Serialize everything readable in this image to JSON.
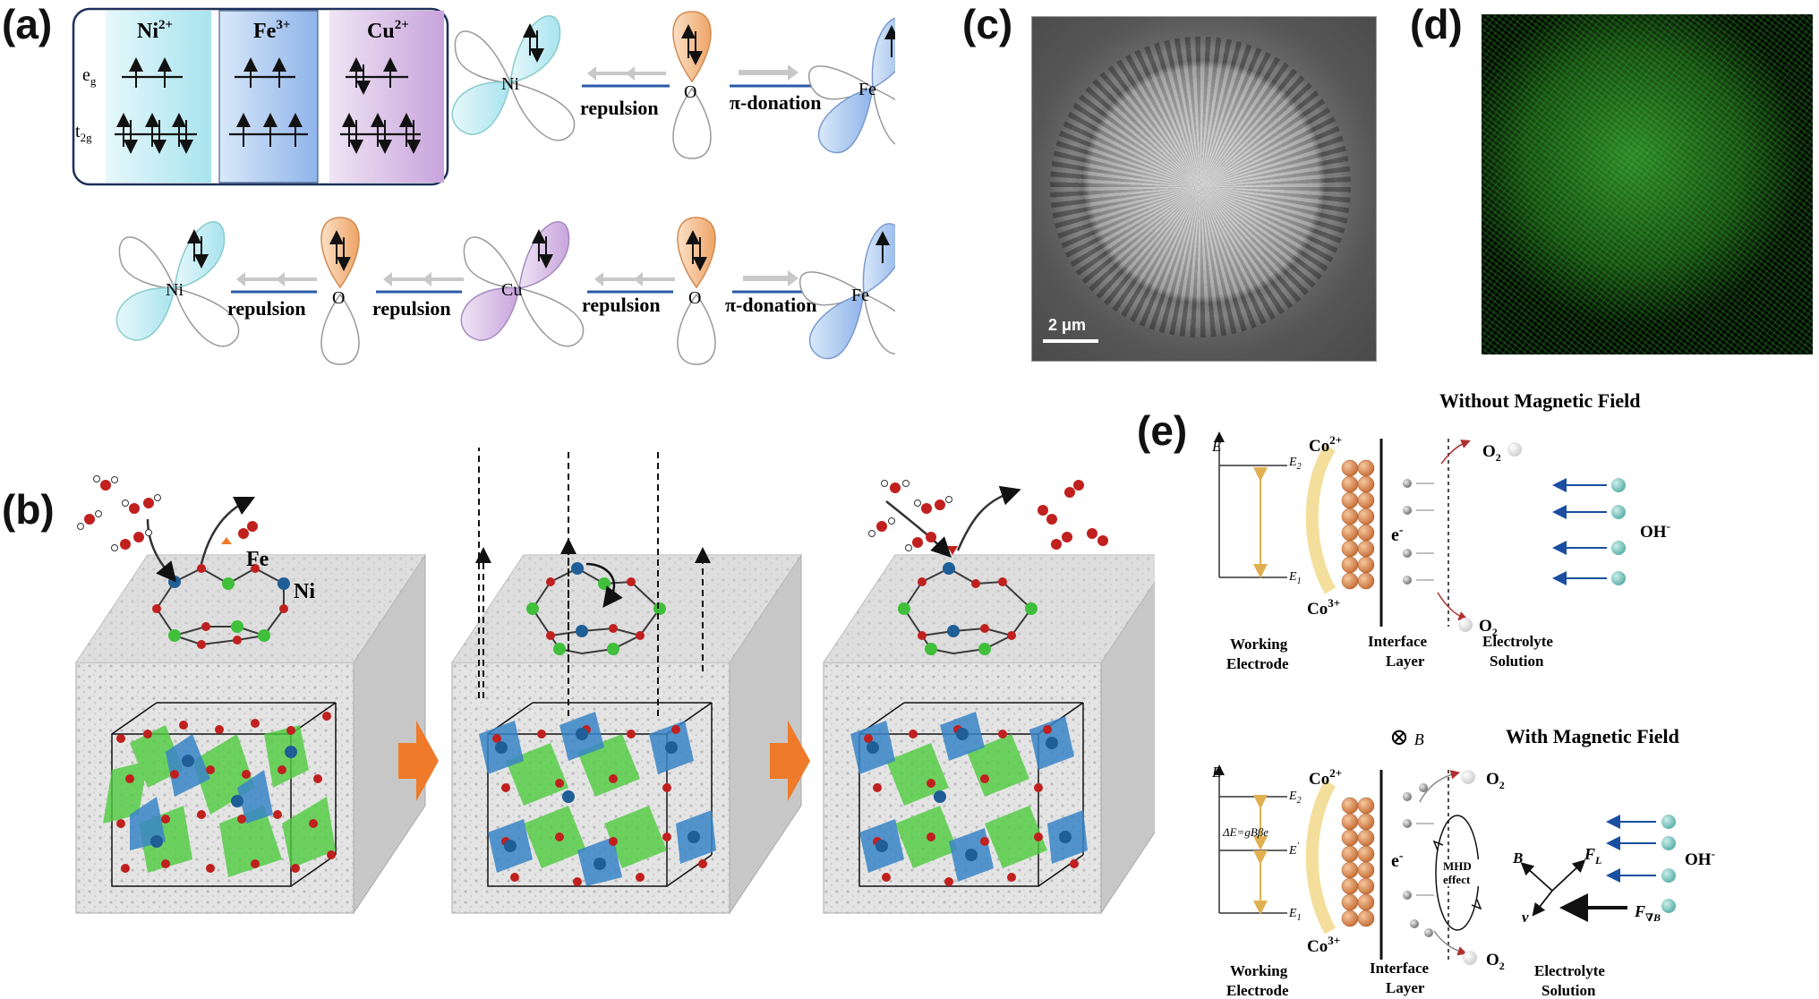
{
  "panels": {
    "a": {
      "label": "(a)",
      "ions": [
        "Ni",
        "Fe",
        "Cu"
      ],
      "ion_charges": [
        "2+",
        "3+",
        "2+"
      ],
      "orbital_labels": {
        "eg_main": "e",
        "eg_sub": "g",
        "t2g_main": "t",
        "t2g_sub": "2g"
      },
      "atoms": {
        "ni": "Ni",
        "o": "O",
        "fe": "Fe",
        "cu": "Cu"
      },
      "interactions": {
        "repulsion": "repulsion",
        "donation": "π-donation"
      }
    },
    "b": {
      "label": "(b)",
      "atoms": {
        "fe": "Fe",
        "ni": "Ni",
        "h": "H"
      }
    },
    "c": {
      "label": "(c)",
      "scale_bar": "2 μm"
    },
    "d": {
      "label": "(d)"
    },
    "e": {
      "label": "(e)",
      "title_without": "Without Magnetic Field",
      "title_with": "With Magnetic Field",
      "field_symbol": "⊗",
      "field_letter": "B",
      "energy_axis": "E",
      "e2_main": "E",
      "e2_sub": "2",
      "e1_main": "E",
      "e1_sub": "1",
      "co_upper_main": "Co",
      "co_upper_sup": "2+",
      "co_lower_main": "Co",
      "co_lower_sup": "3+",
      "electron_main": "e",
      "electron_sup": "-",
      "o2_main": "O",
      "o2_sub": "2",
      "oh_main": "OH",
      "oh_sup": "-",
      "working": [
        "Working",
        "Electrode"
      ],
      "interface": [
        "Interface",
        "Layer"
      ],
      "electrolyte": [
        "Electrolyte",
        "Solution"
      ],
      "delta_e": "ΔE=gBβe",
      "e_prime": "E",
      "mhd": [
        "MHD",
        "effect"
      ],
      "lorentz_main": "F",
      "lorentz_sub": "L",
      "gradient_main": "F",
      "gradient_sub": "∇B",
      "b_vec": "B",
      "v_vec": "v"
    }
  },
  "colors": {
    "ni_column": "#bdeaf2",
    "fe_column": "#a9c8ee",
    "cu_column": "#ddc9e6",
    "ni_lobe": "#9fe0ee",
    "o_lobe": "#f0b07a",
    "fe_lobe": "#8fb4ea",
    "cu_lobe": "#c8a4dc",
    "arrow_orange": "#ee7a2a",
    "green_atom": "#3fbf3a",
    "blue_atom": "#2a6fa8",
    "red_atom": "#c0201e",
    "copper_ball": "#d98a55",
    "teal_ball": "#7fc8c2",
    "line_blue": "#1a4ea0",
    "sem_grey": "#6e6e6e",
    "eds_green": "#39c83a"
  }
}
